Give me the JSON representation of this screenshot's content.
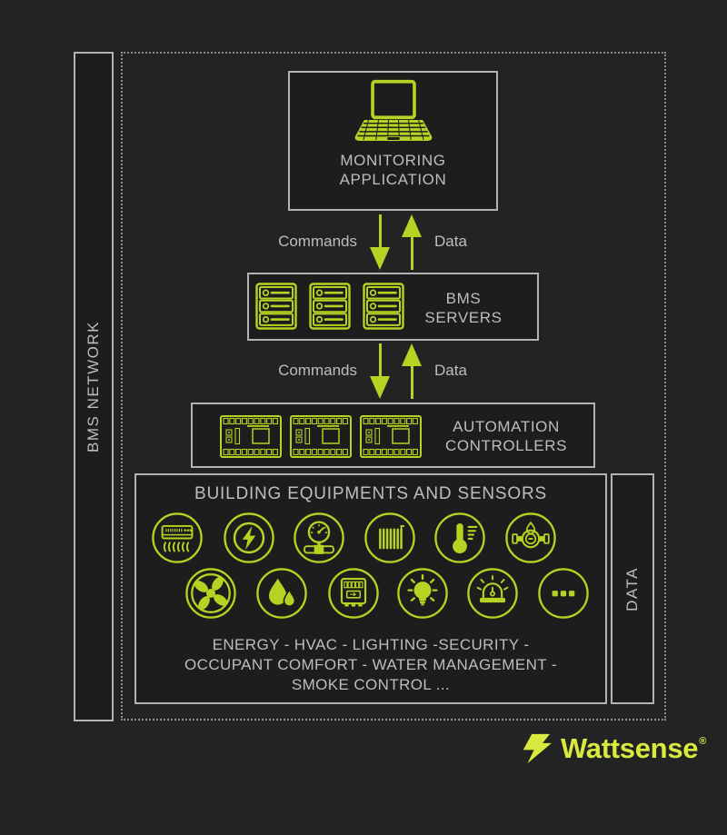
{
  "colors": {
    "background": "#232323",
    "panel": "#1d1d1d",
    "border_gray": "#b3b3b3",
    "text_gray": "#bdbdbd",
    "accent_green": "#b6d222",
    "logo_green": "#d9e93f"
  },
  "bms_network_bar": {
    "label": "BMS NETWORK"
  },
  "data_bar": {
    "label": "DATA"
  },
  "monitoring_box": {
    "icon": "laptop-icon",
    "label_line1": "MONITORING",
    "label_line2": "APPLICATION"
  },
  "flow_top": {
    "commands_label": "Commands",
    "data_label": "Data"
  },
  "flow_mid": {
    "commands_label": "Commands",
    "data_label": "Data"
  },
  "bms_servers_box": {
    "icon": "server-rack-icon",
    "icon_count": 3,
    "label_line1": "BMS",
    "label_line2": "SERVERS"
  },
  "automation_box": {
    "icon": "plc-controller-icon",
    "icon_count": 3,
    "label_line1": "AUTOMATION",
    "label_line2": "CONTROLLERS"
  },
  "building_box": {
    "title": "BUILDING EQUIPMENTS AND SENSORS",
    "icons_row1": [
      "air-conditioner-icon",
      "power-bolt-icon",
      "pressure-gauge-icon",
      "radiator-icon",
      "thermometer-icon",
      "water-meter-icon"
    ],
    "icons_row2": [
      "fan-icon",
      "water-drops-icon",
      "electric-meter-icon",
      "light-bulb-icon",
      "alarm-siren-icon",
      "ellipsis-icon"
    ],
    "caption_line1": "ENERGY - HVAC - LIGHTING -SECURITY -",
    "caption_line2": "OCCUPANT COMFORT - WATER MANAGEMENT -",
    "caption_line3": "SMOKE CONTROL ..."
  },
  "footer_logo": {
    "icon": "wattsense-bolt-icon",
    "brand": "Wattsense",
    "registered_mark": "®"
  }
}
